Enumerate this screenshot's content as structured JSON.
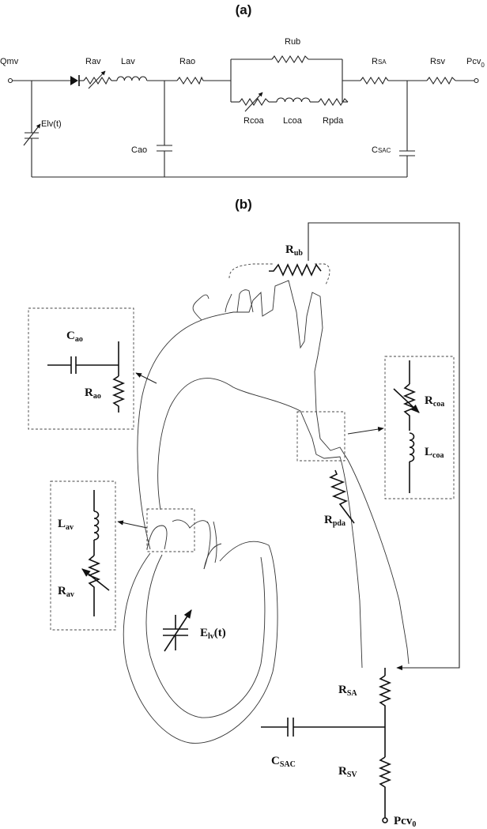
{
  "panel_a": {
    "title": "(a)",
    "labels": {
      "qmv": "Qmv",
      "rav": "Rav",
      "lav": "Lav",
      "elv": "Elv(t)",
      "rao": "Rao",
      "cao": "Cao",
      "rub": "Rub",
      "rcoa": "Rcoa",
      "lcoa": "Lcoa",
      "rpda": "Rpda",
      "rsa_main": "R",
      "rsa_sub": "SA",
      "csac_main": "C",
      "csac_sub": "SAC",
      "rsv": "Rsv",
      "pcv_main": "Pcv",
      "pcv_sub": "0"
    }
  },
  "panel_b": {
    "title": "(b)",
    "labels": {
      "rub_main": "R",
      "rub_sub": "ub",
      "cao_main": "C",
      "cao_sub": "ao",
      "rao_main": "R",
      "rao_sub": "ao",
      "rcoa_main": "R",
      "rcoa_sub": "coa",
      "lcoa_main": "L",
      "lcoa_sub": "coa",
      "rpda_main": "R",
      "rpda_sub": "pda",
      "lav_main": "L",
      "lav_sub": "av",
      "rav_main": "R",
      "rav_sub": "av",
      "elv_main": "E",
      "elv_sub": "lv",
      "elv_suffix": "(t)",
      "rsa_main": "R",
      "rsa_sub": "SA",
      "csac_main": "C",
      "csac_sub": "SAC",
      "rsv_main": "R",
      "rsv_sub": "SV",
      "pcv_main": "Pcv",
      "pcv_sub": "0"
    }
  }
}
